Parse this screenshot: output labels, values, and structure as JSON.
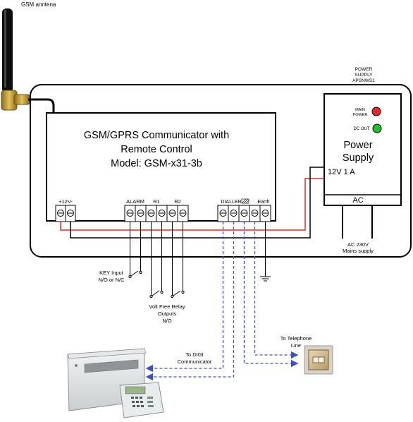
{
  "labels": {
    "antenna": "GSM anntena",
    "psu_caption_1": "POWER",
    "psu_caption_2": "SUPPLY",
    "psu_caption_3": "APSNWS1",
    "module_title_1": "GSM/GPRS Communicator with",
    "module_title_2": "Remote Control",
    "module_title_3": "Model: GSM-x31-3b",
    "term_power": "+12V-",
    "term_alarm": "ALARM",
    "term_r1": "R1",
    "term_r2": "R2",
    "term_dialler": "DIALLER",
    "term_earth": "Earth",
    "led_main_1": "MAIN",
    "led_main_2": "POWER",
    "led_dc": "DC OUT",
    "psu_title_1": "Power",
    "psu_title_2": "Supply",
    "psu_rating": "12V 1 A",
    "psu_ac": "AC",
    "mains_1": "AC 230V",
    "mains_2": "Mains supply",
    "key_1": "KEY Input",
    "key_2": "N/O or N/C",
    "relay_1": "Volt Free Relay",
    "relay_2": "Outputs",
    "relay_3": "N/O",
    "digi_1": "To DIGI",
    "digi_2": "Communicator",
    "tel_1": "To Telephone",
    "tel_2": "Line"
  },
  "colors": {
    "wire_red": "#e8262a",
    "wire_blue": "#3a4fd0",
    "led_red": "#e8262a",
    "led_green": "#22c122",
    "antenna_gold": "#c9a23a"
  }
}
